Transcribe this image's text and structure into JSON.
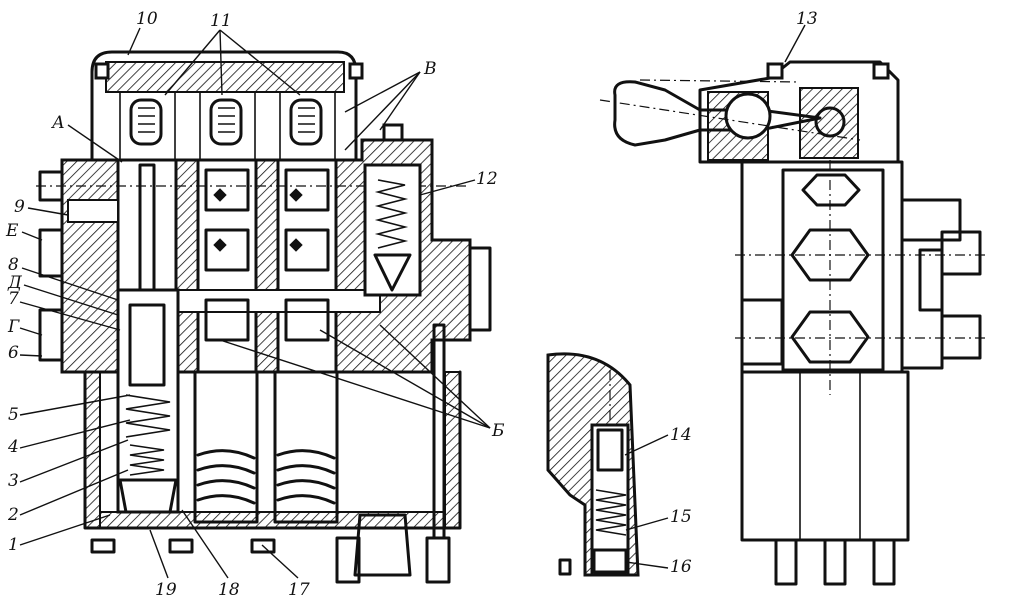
{
  "labels": {
    "n1": "1",
    "n2": "2",
    "n3": "3",
    "n4": "4",
    "n5": "5",
    "n6": "6",
    "n7": "7",
    "n8": "8",
    "n9": "9",
    "n10": "10",
    "n11": "11",
    "n12": "12",
    "n13": "13",
    "n14": "14",
    "n15": "15",
    "n16": "16",
    "n17": "17",
    "n18": "18",
    "n19": "19",
    "A": "А",
    "B": "Б",
    "V": "В",
    "G": "Г",
    "D": "Д",
    "E": "Е"
  }
}
